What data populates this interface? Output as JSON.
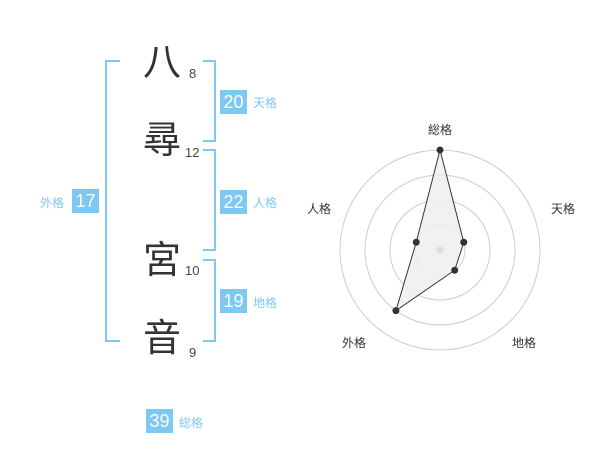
{
  "name_chars": [
    {
      "char": "八",
      "strokes": "8"
    },
    {
      "char": "尋",
      "strokes": "12"
    },
    {
      "char": "宮",
      "strokes": "10"
    },
    {
      "char": "音",
      "strokes": "9"
    }
  ],
  "kaku": {
    "tenkaku": {
      "label": "天格",
      "value": "20"
    },
    "jinkaku": {
      "label": "人格",
      "value": "22"
    },
    "chikaku": {
      "label": "地格",
      "value": "19"
    },
    "gaikaku": {
      "label": "外格",
      "value": "17"
    },
    "soukaku": {
      "label": "総格",
      "value": "39"
    }
  },
  "colors": {
    "accent": "#7ec8f2",
    "text": "#333333"
  },
  "chart_data": {
    "type": "radar",
    "axes": [
      "総格",
      "天格",
      "地格",
      "外格",
      "人格"
    ],
    "values": [
      4,
      1,
      1,
      3,
      1
    ],
    "max": 4
  }
}
